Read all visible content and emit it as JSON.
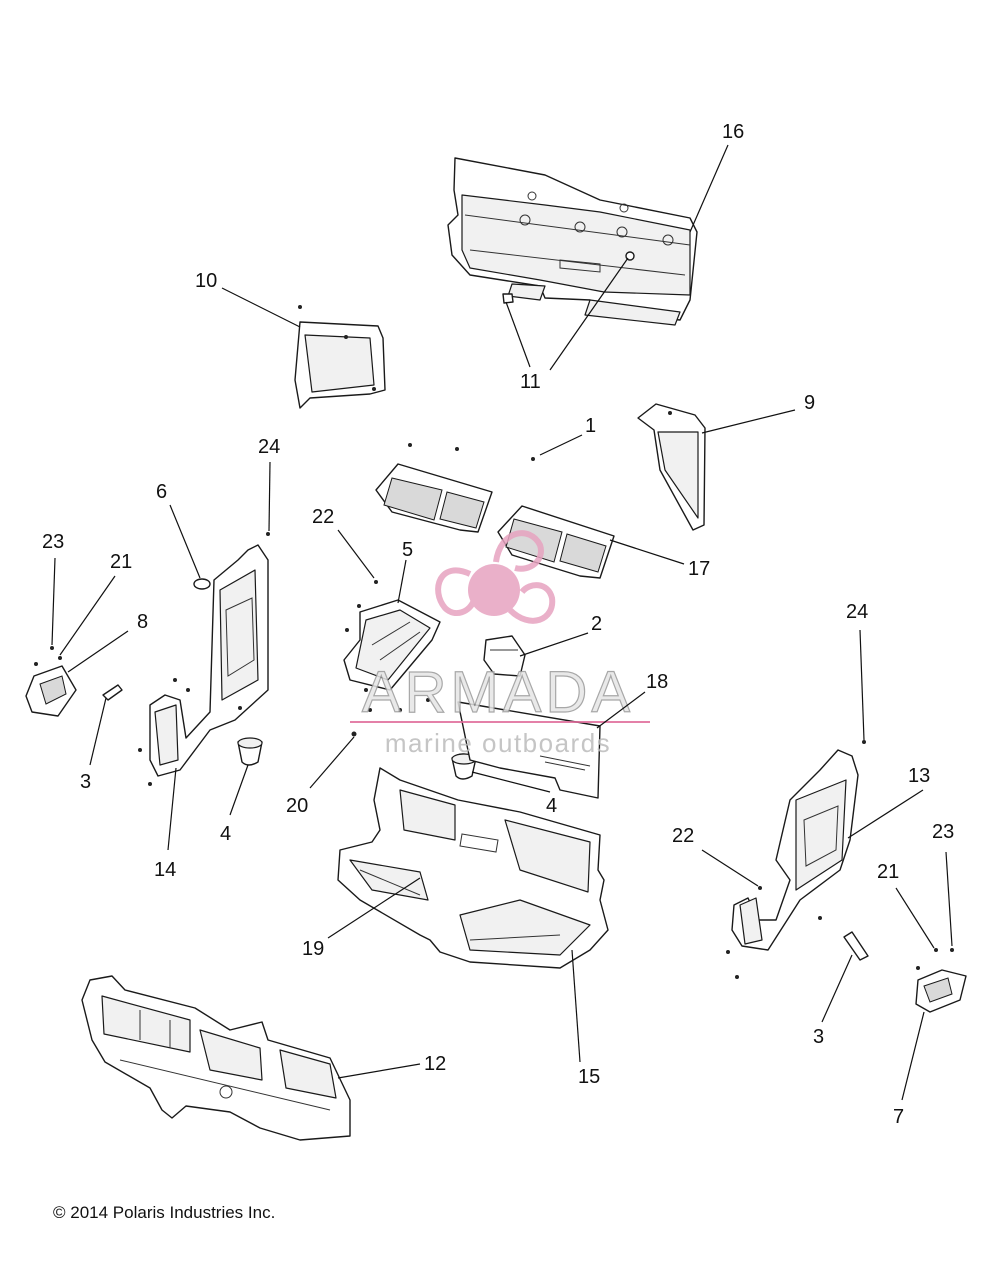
{
  "callouts": [
    "1",
    "2",
    "3",
    "3",
    "4",
    "4",
    "5",
    "6",
    "7",
    "8",
    "9",
    "10",
    "11",
    "12",
    "13",
    "14",
    "15",
    "16",
    "17",
    "18",
    "19",
    "20",
    "21",
    "21",
    "22",
    "22",
    "23",
    "23",
    "24",
    "24"
  ],
  "watermark": {
    "brand": "ARMADA",
    "tagline": "marine outboards",
    "color": "#e06a9a"
  },
  "copyright": "© 2014 Polaris Industries Inc."
}
